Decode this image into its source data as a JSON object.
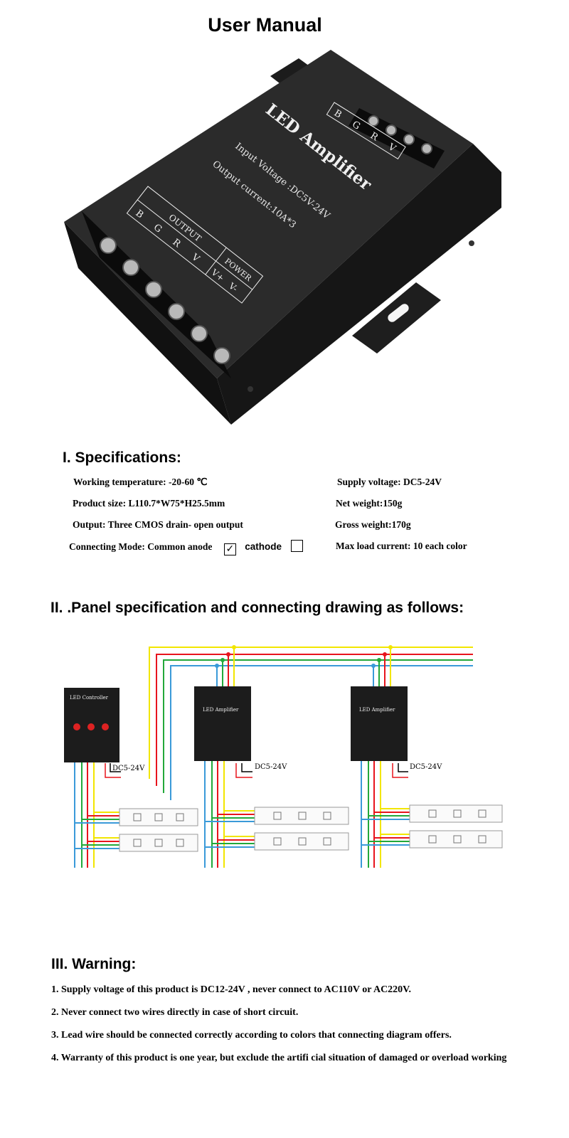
{
  "title": "User Manual",
  "device": {
    "name": "LED Amplifier",
    "input_voltage": "Input Voltage :DC5V-24V",
    "output_current": "Output current:10A*3",
    "output_label": "OUTPUT",
    "power_label": "POWER",
    "terminals_output": [
      "B",
      "G",
      "R",
      "V"
    ],
    "terminals_power": [
      "V+",
      "V-"
    ],
    "terminals_input": [
      "B",
      "G",
      "R",
      "V"
    ]
  },
  "specifications": {
    "heading": "I. Specifications:",
    "working_temperature": "Working temperature: -20-60 ℃",
    "product_size": "Product size: L110.7*W75*H25.5mm",
    "output": "Output: Three CMOS drain- open output",
    "connecting_mode": "Connecting Mode: Common anode",
    "anode_check": "✓",
    "cathode_label": "cathode",
    "supply_voltage": "Supply voltage: DC5-24V",
    "net_weight": "Net weight:150g",
    "gross_weight": "Gross weight:170g",
    "max_load": "Max load current: 10 each color"
  },
  "panel": {
    "heading": "II. .Panel specification and connecting drawing as follows:",
    "controller_label": "LED Controller",
    "amplifier_label": "LED Amplifier",
    "dc_label": "DC5-24V",
    "wire_colors": {
      "yellow": "#f2e600",
      "red": "#e8141c",
      "green": "#22a83a",
      "blue": "#3a9ad9"
    }
  },
  "warning": {
    "heading": "III. Warning:",
    "items": [
      "1. Supply voltage of this product is DC12-24V , never connect to AC110V or AC220V.",
      "2. Never connect two wires directly in case of short circuit.",
      "3. Lead wire should be connected correctly according to colors that connecting diagram offers.",
      "4. Warranty of this product is one year, but exclude the artifi cial situation of damaged or overload working"
    ]
  }
}
